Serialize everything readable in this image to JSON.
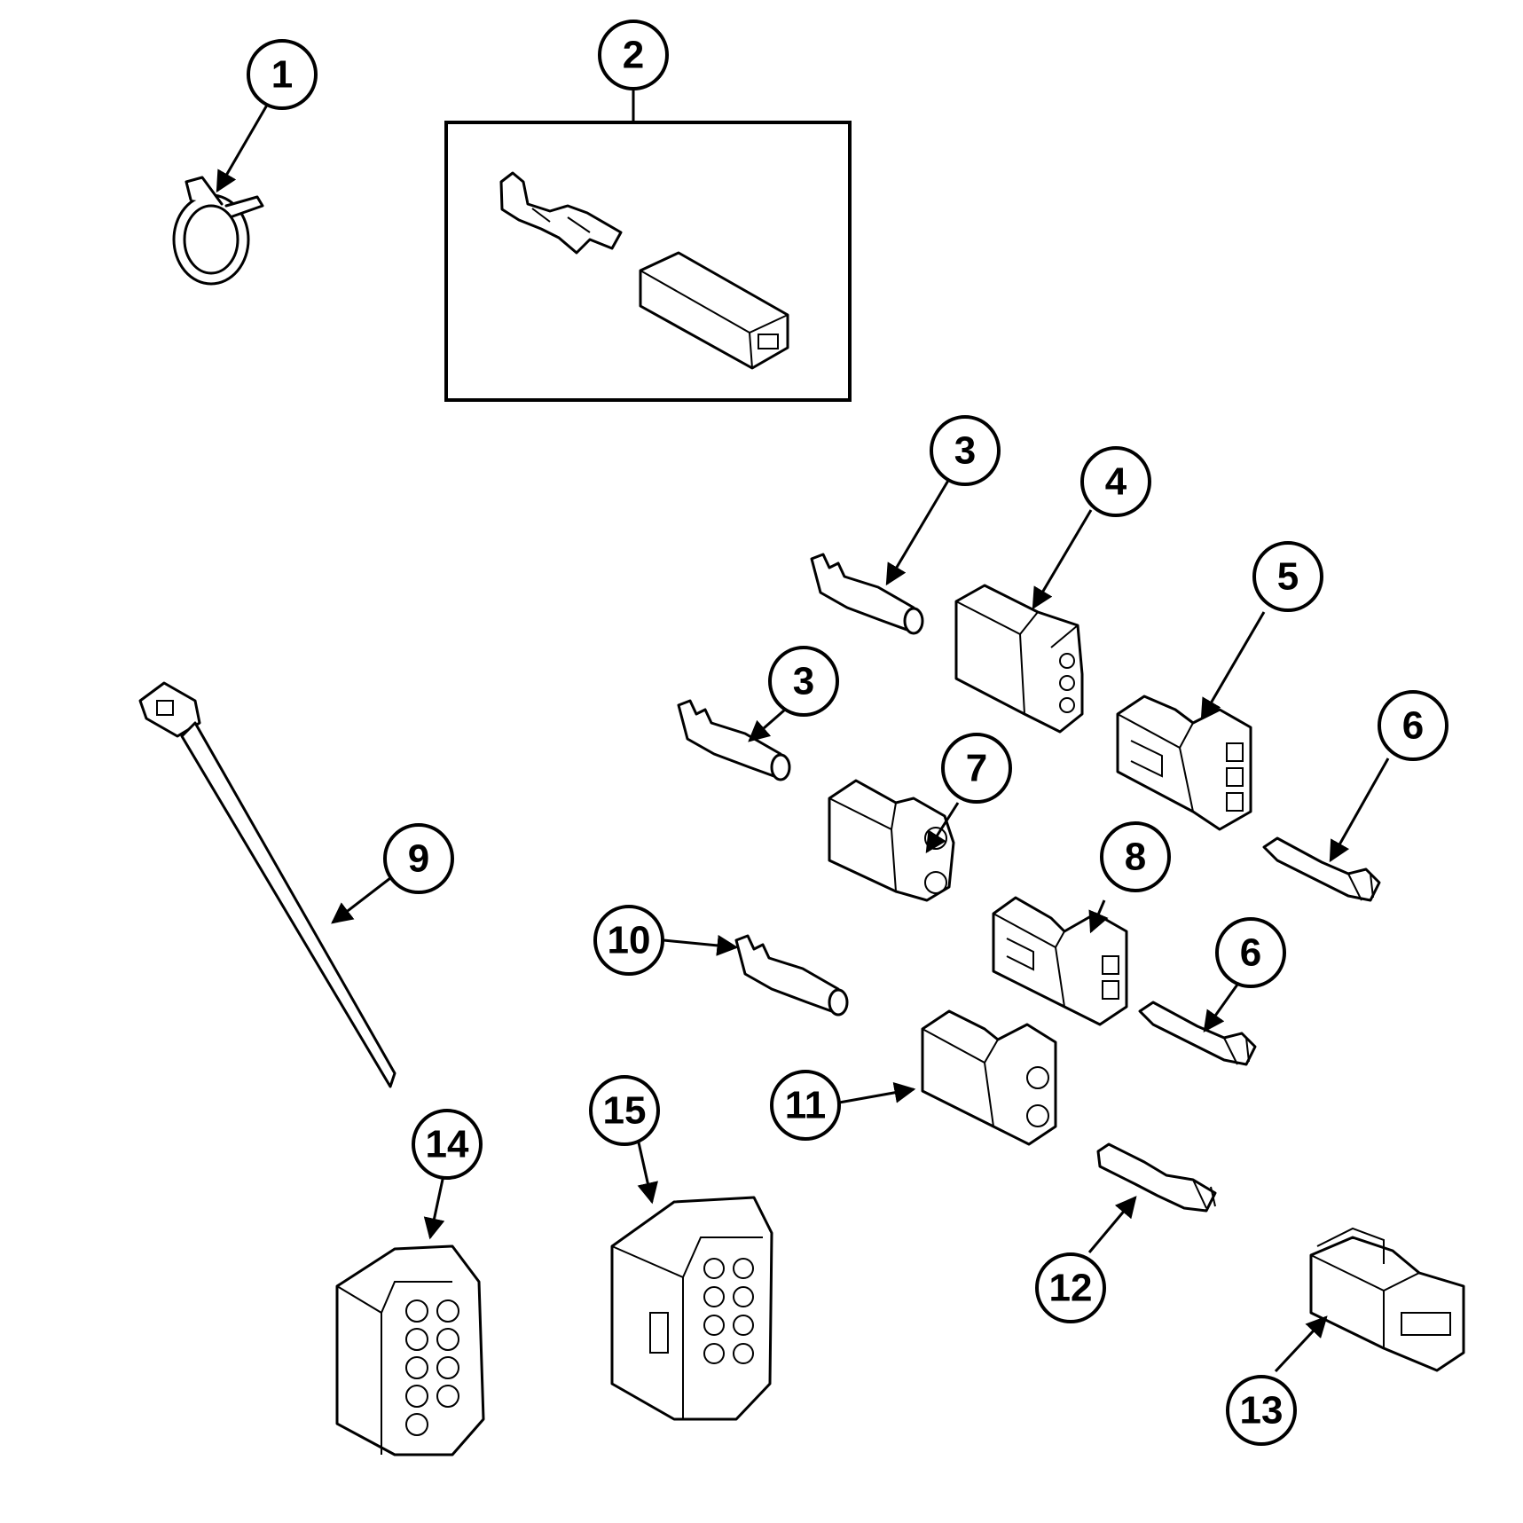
{
  "callouts": [
    {
      "id": "c1",
      "label": "1"
    },
    {
      "id": "c2",
      "label": "2"
    },
    {
      "id": "c3a",
      "label": "3"
    },
    {
      "id": "c3b",
      "label": "3"
    },
    {
      "id": "c4",
      "label": "4"
    },
    {
      "id": "c5",
      "label": "5"
    },
    {
      "id": "c6a",
      "label": "6"
    },
    {
      "id": "c6b",
      "label": "6"
    },
    {
      "id": "c7",
      "label": "7"
    },
    {
      "id": "c8",
      "label": "8"
    },
    {
      "id": "c9",
      "label": "9"
    },
    {
      "id": "c10",
      "label": "10"
    },
    {
      "id": "c11",
      "label": "11"
    },
    {
      "id": "c12",
      "label": "12"
    },
    {
      "id": "c13",
      "label": "13"
    },
    {
      "id": "c14",
      "label": "14"
    },
    {
      "id": "c15",
      "label": "15"
    }
  ]
}
